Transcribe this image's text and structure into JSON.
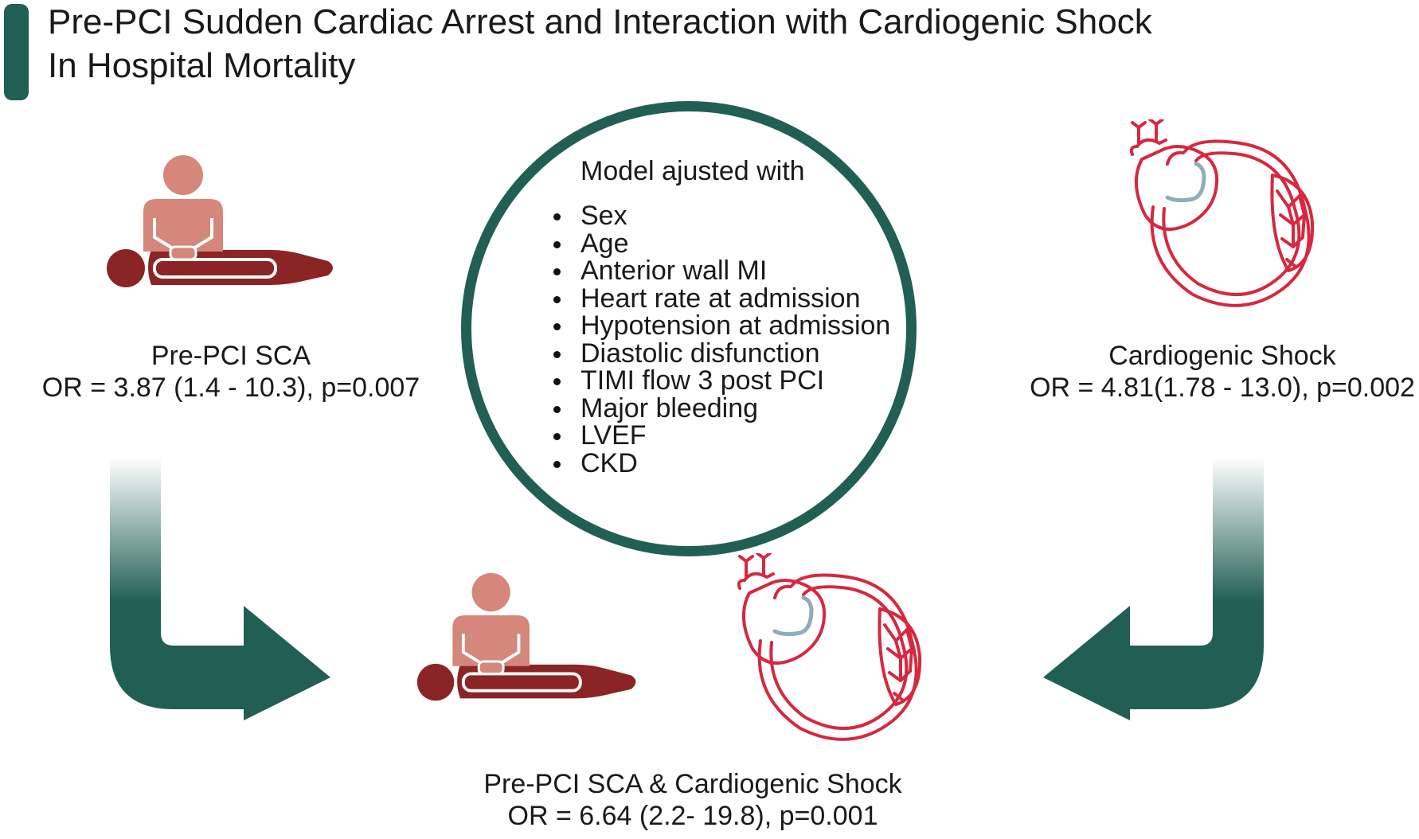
{
  "title": {
    "line1": "Pre-PCI Sudden Cardiac Arrest and Interaction with Cardiogenic Shock",
    "line2": "In Hospital Mortality"
  },
  "colors": {
    "accent_green": "#215f55",
    "person_skin": "#d4877a",
    "person_body": "#8b2424",
    "heart_outline": "#d6283f",
    "vessel_gray": "#8fadb8"
  },
  "model": {
    "title": "Model ajusted with",
    "items": [
      "Sex",
      "Age",
      "Anterior wall MI",
      "Heart rate at admission",
      "Hypotension at admission",
      "Diastolic disfunction",
      "TIMI flow 3 post PCI",
      "Major bleeding",
      "LVEF",
      "CKD"
    ]
  },
  "nodes": {
    "sca": {
      "label": "Pre-PCI SCA",
      "stat": "OR = 3.87 (1.4 - 10.3), p=0.007",
      "icon": "cpr-person-icon"
    },
    "shock": {
      "label": "Cardiogenic Shock",
      "stat": "OR = 4.81(1.78 - 13.0), p=0.002",
      "icon": "heart-circulation-icon"
    },
    "combined": {
      "label": "Pre-PCI SCA & Cardiogenic Shock",
      "stat": "OR = 6.64 (2.2- 19.8), p=0.001",
      "icons": [
        "cpr-person-icon",
        "heart-circulation-icon"
      ]
    }
  },
  "arrows": [
    {
      "from": "sca",
      "to": "combined",
      "icon": "curved-arrow-right-icon"
    },
    {
      "from": "shock",
      "to": "combined",
      "icon": "curved-arrow-left-icon"
    }
  ]
}
